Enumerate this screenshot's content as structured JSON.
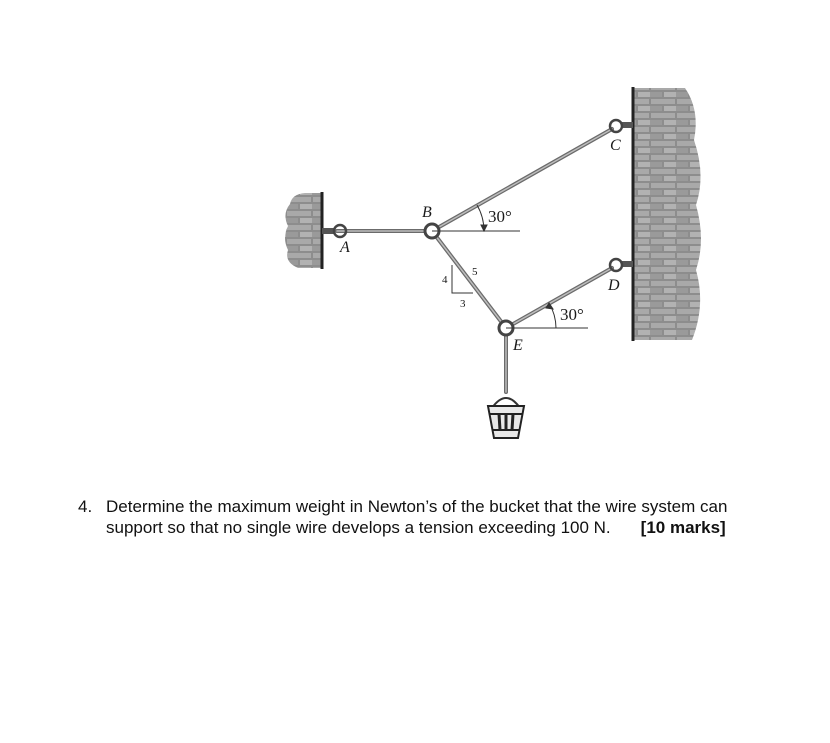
{
  "diagram": {
    "points": {
      "A": "A",
      "B": "B",
      "C": "C",
      "D": "D",
      "E": "E"
    },
    "angle_bc": "30°",
    "angle_ed": "30°",
    "slope_triangle": {
      "vertical": "4",
      "horizontal": "3",
      "hypotenuse": "5"
    }
  },
  "question": {
    "number": "4.",
    "text": "Determine the maximum weight in Newton’s of the bucket that the wire system can support so that no single wire develops a tension exceeding 100 N.",
    "marks": "[10 marks]"
  }
}
